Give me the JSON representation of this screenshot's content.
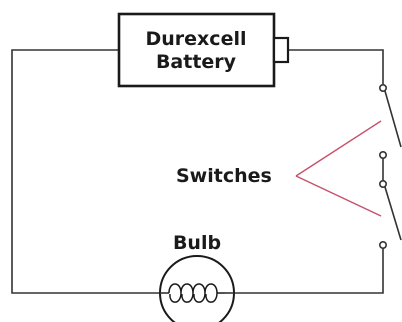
{
  "battery": {
    "line1": "Durexcell",
    "line2": "Battery"
  },
  "switches_label": "Switches",
  "bulb_label": "Bulb",
  "colors": {
    "wire": "#333333",
    "pointer": "#c7506a",
    "text": "#1a1a1a",
    "background": "#ffffff"
  }
}
